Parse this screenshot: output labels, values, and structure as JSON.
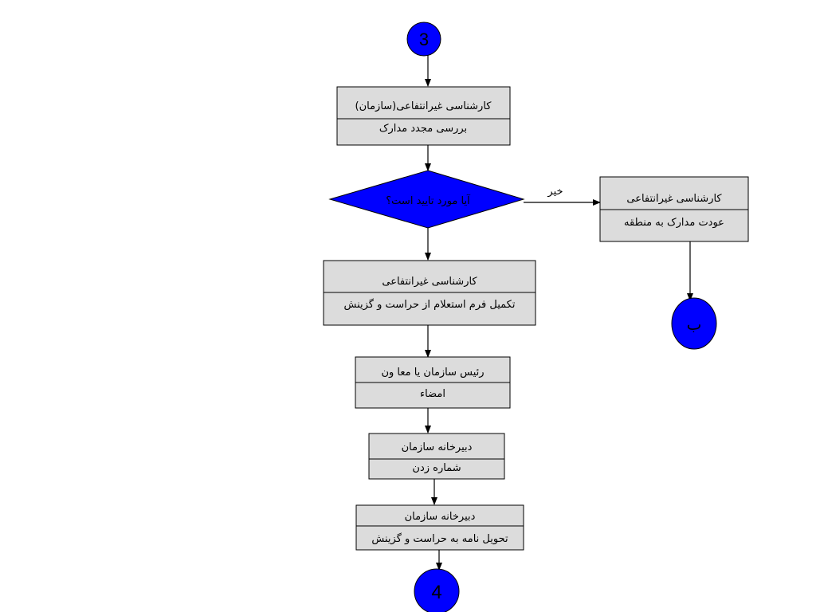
{
  "connectors": {
    "top": "3",
    "bottom": "4",
    "right": "ب"
  },
  "steps": [
    {
      "role": "کارشناسی غیرانتفاعی(سازمان)",
      "action": "بررسی مجدد مدارک"
    },
    {
      "role": "کارشناسی غیرانتفاعی",
      "action": "تکمیل فرم استعلام از حراست و گزینش"
    },
    {
      "role": "رئیس سازمان یا معا ون",
      "action": "امضاء"
    },
    {
      "role": "دبیرخانه سازمان",
      "action": "شماره زدن"
    },
    {
      "role": "دبیرخانه سازمان",
      "action": "تحویل نامه به حراست و گزینش"
    }
  ],
  "decision": {
    "question": "آیا مورد تایید است؟",
    "no_label": "خیر"
  },
  "side_step": {
    "role": "کارشناسی غیرانتفاعی",
    "action": "عودت مدارک به منطقه"
  },
  "colors": {
    "connector_fill": "#0000ff",
    "box_fill": "#dcdcdc",
    "line": "#000000"
  }
}
